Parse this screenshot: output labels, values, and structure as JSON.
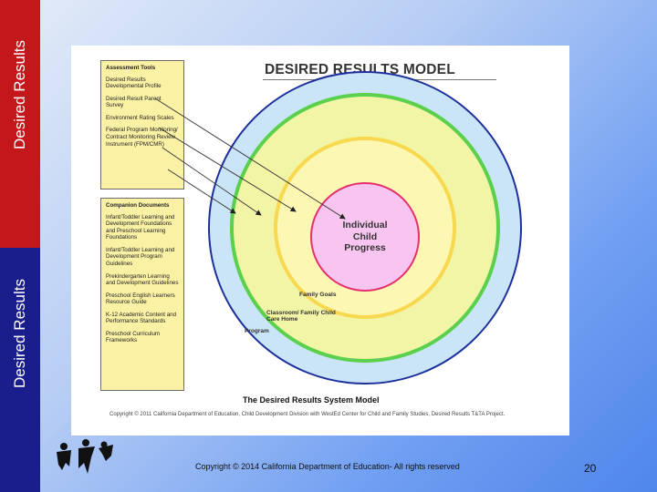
{
  "sidebar": {
    "top_text": "Desired Results",
    "bottom_text": "Desired Results",
    "top_color": "#c4171c",
    "bottom_color": "#1a1e8c"
  },
  "figure": {
    "title": "DESIRED RESULTS MODEL",
    "assessment_tools": {
      "heading": "Assessment Tools",
      "items": [
        "Desired Results Developmental Profile",
        "Desired Result Parent Survey",
        "Environment Rating Scales",
        "Federal Program Monitoring/ Contract Monitoring Review Instrument (FPM/CMR)"
      ]
    },
    "companion_documents": {
      "heading": "Companion Documents",
      "items": [
        "Infant/Toddler Learning and Development Foundations and Preschool Learning Foundations",
        "Infant/Toddler Learning and Development Program Guidelines",
        "Prekindergarten Learning and Development Guidelines",
        "Preschool English Learners Resource Guide",
        "K-12 Academic Content and Performance Standards",
        "Preschool Curriculum Frameworks"
      ]
    },
    "rings": {
      "program": "Program",
      "classroom": "Classroom/ Family Child Care Home",
      "family_goals": "Family Goals",
      "center": "Individual Child Progress"
    },
    "ring_colors": [
      "#cbe5f8",
      "#5bd04c",
      "#f2f5a6",
      "#f7d84e",
      "#f7c5ef",
      "#e4306f"
    ],
    "system_title": "The Desired Results System Model",
    "copyright_small": "Copyright © 2011 California Department of Education, Child Development Division with WestEd Center for Child and Family Studies, Desired Results T&TA Project."
  },
  "footer": {
    "copyright": "Copyright © 2014 California Department of Education- All rights reserved",
    "page_number": "20"
  }
}
